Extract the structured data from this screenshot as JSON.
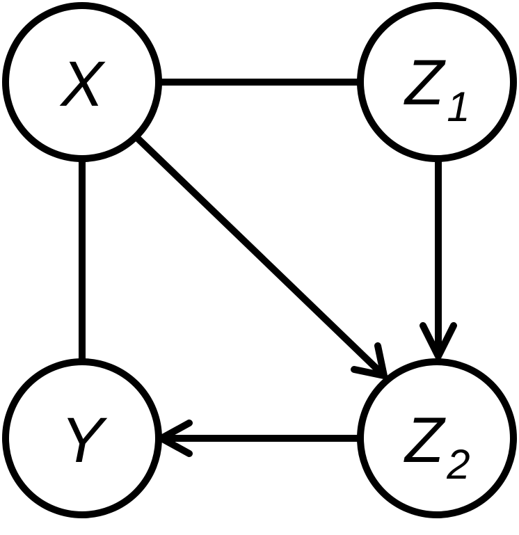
{
  "nodes": {
    "x": {
      "label": "X",
      "sub": ""
    },
    "z1": {
      "label": "Z",
      "sub": "1"
    },
    "y": {
      "label": "Y",
      "sub": ""
    },
    "z2": {
      "label": "Z",
      "sub": "2"
    }
  },
  "edges": [
    {
      "from": "X",
      "to": "Z1",
      "type": "undirected"
    },
    {
      "from": "X",
      "to": "Y",
      "type": "undirected"
    },
    {
      "from": "X",
      "to": "Z2",
      "type": "directed"
    },
    {
      "from": "Z1",
      "to": "Z2",
      "type": "directed"
    },
    {
      "from": "Z2",
      "to": "Y",
      "type": "directed"
    }
  ],
  "colors": {
    "stroke": "#000000",
    "background": "#ffffff"
  }
}
